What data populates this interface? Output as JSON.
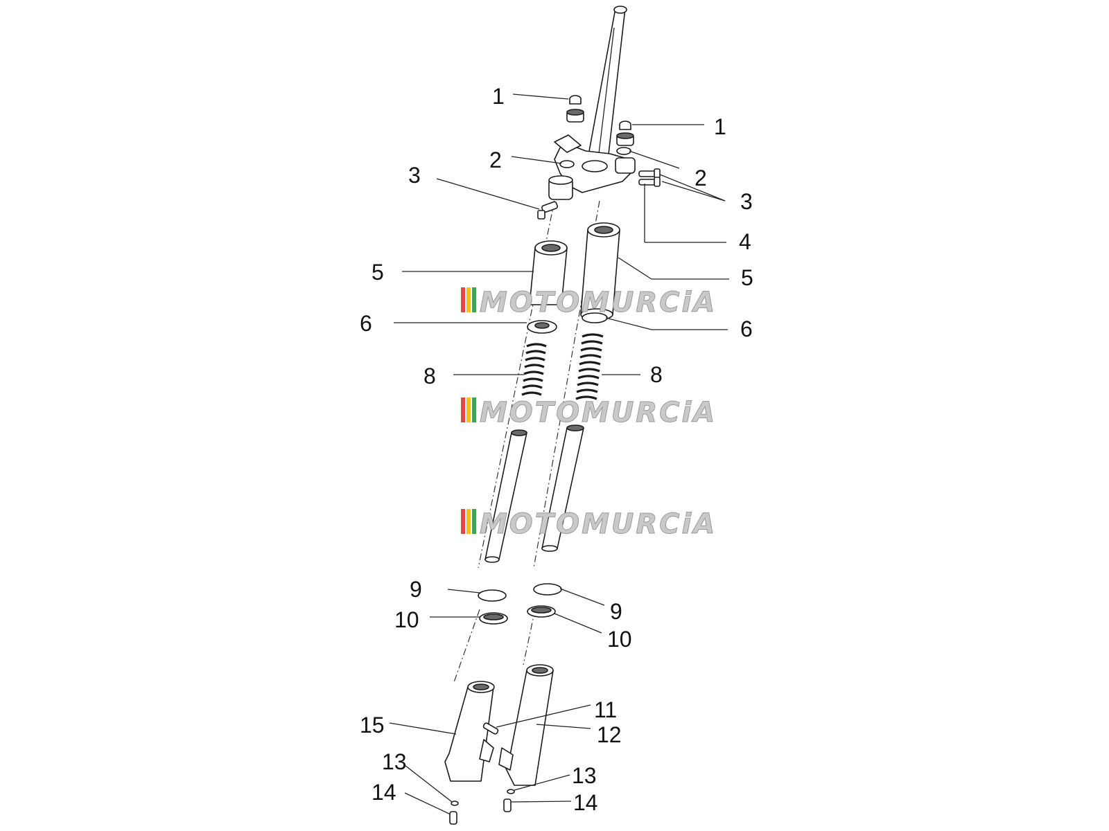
{
  "callouts": [
    {
      "id": "c1a",
      "label": "1"
    },
    {
      "id": "c1b",
      "label": "1"
    },
    {
      "id": "c2a",
      "label": "2"
    },
    {
      "id": "c2b",
      "label": "2"
    },
    {
      "id": "c3a",
      "label": "3"
    },
    {
      "id": "c3b",
      "label": "3"
    },
    {
      "id": "c4",
      "label": "4"
    },
    {
      "id": "c5a",
      "label": "5"
    },
    {
      "id": "c5b",
      "label": "5"
    },
    {
      "id": "c6a",
      "label": "6"
    },
    {
      "id": "c6b",
      "label": "6"
    },
    {
      "id": "c8a",
      "label": "8"
    },
    {
      "id": "c8b",
      "label": "8"
    },
    {
      "id": "c9a",
      "label": "9"
    },
    {
      "id": "c9b",
      "label": "9"
    },
    {
      "id": "c10a",
      "label": "10"
    },
    {
      "id": "c10b",
      "label": "10"
    },
    {
      "id": "c11",
      "label": "11"
    },
    {
      "id": "c12",
      "label": "12"
    },
    {
      "id": "c13a",
      "label": "13"
    },
    {
      "id": "c13b",
      "label": "13"
    },
    {
      "id": "c14a",
      "label": "14"
    },
    {
      "id": "c14b",
      "label": "14"
    },
    {
      "id": "c15",
      "label": "15"
    }
  ],
  "watermark": {
    "text": "MOTOMURCiA",
    "stripe_colors": [
      "#e8453c",
      "#f2c21b",
      "#3aa655"
    ]
  }
}
